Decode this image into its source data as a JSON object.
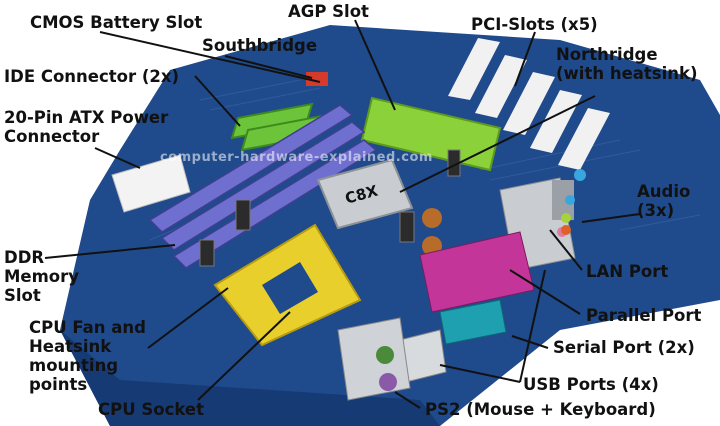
{
  "labels": {
    "cmos_battery_slot": "CMOS Battery Slot",
    "agp_slot": "AGP Slot",
    "pci_slots": "PCI-Slots (x5)",
    "southbridge": "Southbridge",
    "northbridge": "Northridge\n(with heatsink)",
    "ide_connector": "IDE Connector (2x)",
    "atx_power": "20-Pin ATX Power\nConnector",
    "audio": "Audio\n(3x)",
    "ddr_memory": "DDR\nMemory\nSlot",
    "lan_port": "LAN Port",
    "parallel_port": "Parallel Port",
    "serial_port": "Serial Port (2x)",
    "cpu_fan": "CPU Fan and\nHeatsink\nmounting\npoints",
    "usb_ports": "USB Ports (4x)",
    "cpu_socket": "CPU Socket",
    "ps2": "PS2 (Mouse  + Keyboard)"
  },
  "watermark": "computer-hardware-explained.com",
  "chip_text": "C8X",
  "colors": {
    "pcb": "#1f4a8c",
    "pcb_dark": "#163a73",
    "agp": "#8bd13a",
    "ide": "#6cc43a",
    "dimm": "#6f6fd0",
    "socket": "#e8cf2c",
    "pci": "#f1f1f1",
    "parallel": "#c4359a",
    "serial": "#1fa0b0",
    "label": "#111111"
  }
}
